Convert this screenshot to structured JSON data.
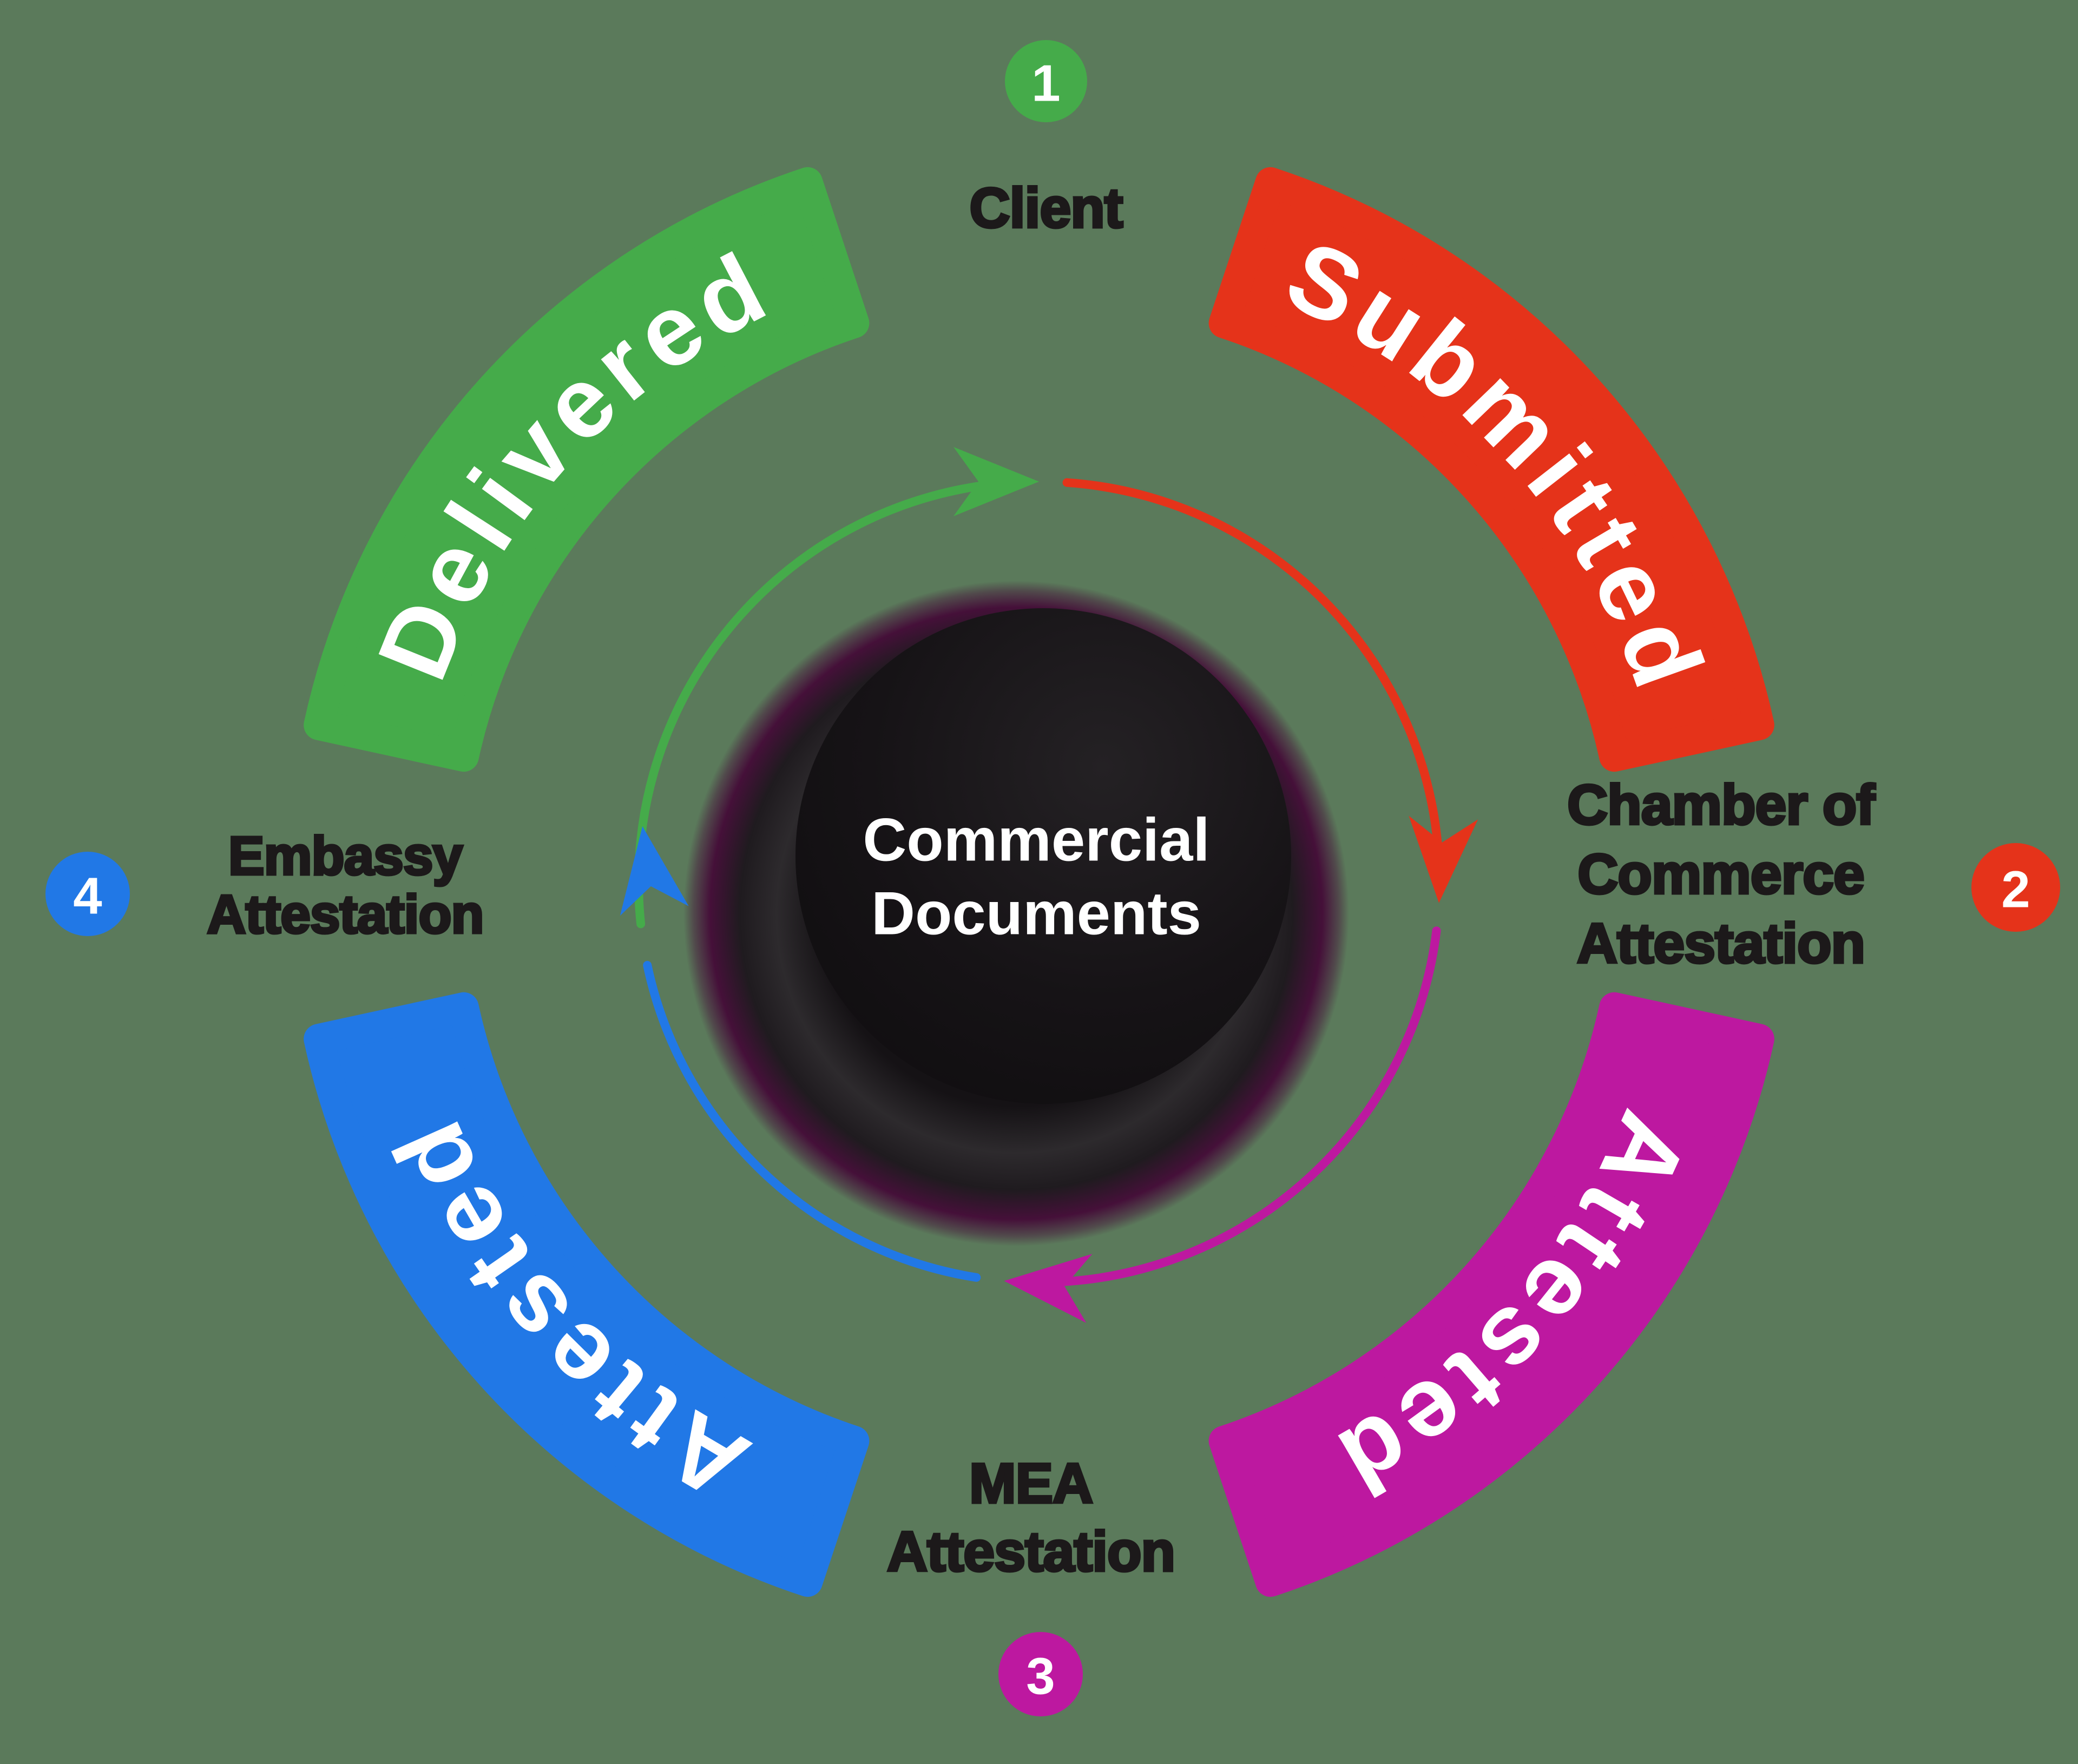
{
  "background_color": "#5b7a5b",
  "colors": {
    "green": "#45ab4a",
    "red": "#e5331a",
    "magenta": "#bd18a0",
    "blue": "#2178e6",
    "label_text": "#1c191a",
    "band_text": "#ffffff",
    "center_text": "#ffffff"
  },
  "center": {
    "line1": "Commercial",
    "line2": "Documents"
  },
  "bands": [
    {
      "label": "Delivered"
    },
    {
      "label": "Submitted"
    },
    {
      "label": "Attested"
    },
    {
      "label": "Attested"
    }
  ],
  "steps": [
    {
      "number": "1",
      "lines": [
        "Client"
      ]
    },
    {
      "number": "2",
      "lines": [
        "Chamber of",
        "Commerce",
        "Attestation"
      ]
    },
    {
      "number": "3",
      "lines": [
        "MEA",
        "Attestation"
      ]
    },
    {
      "number": "4",
      "lines": [
        "Embassy",
        "Attestation"
      ]
    }
  ]
}
